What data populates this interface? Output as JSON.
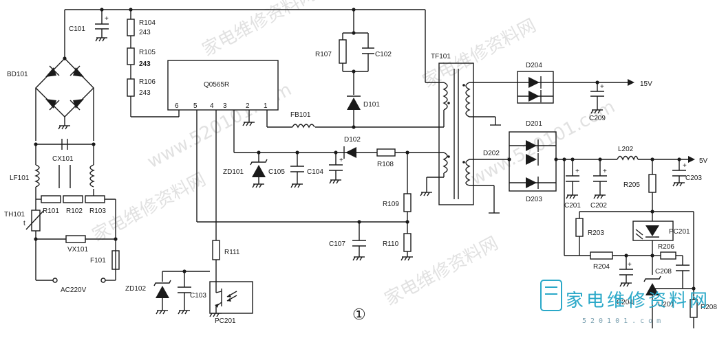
{
  "figure_number": "①",
  "watermark": {
    "site_text": "家电维修资料网",
    "url_text": "www.520101.com"
  },
  "brand": {
    "name": "家电维修资料网",
    "url": "520101.com"
  },
  "ic": {
    "name": "Q0565R",
    "pins": [
      "6",
      "5",
      "4",
      "3",
      "2",
      "1"
    ]
  },
  "labels": {
    "C101": "C101",
    "R104": "R104",
    "R104v": "243",
    "R105": "R105",
    "R105v": "243",
    "R106": "R106",
    "R106v": "243",
    "BD101": "BD101",
    "CX101": "CX101",
    "LF101": "LF101",
    "TH101": "TH101",
    "t": "t",
    "R101": "R101",
    "R102": "R102",
    "R103": "R103",
    "VX101": "VX101",
    "F101": "F101",
    "AC": "AC220V",
    "R107": "R107",
    "C102": "C102",
    "D101": "D101",
    "FB101": "FB101",
    "D102": "D102",
    "R108": "R108",
    "ZD101": "ZD101",
    "C105": "C105",
    "C104": "C104",
    "R109": "R109",
    "R110": "R110",
    "C107": "C107",
    "R111": "R111",
    "ZD102": "ZD102",
    "C103": "C103",
    "PC201a": "PC201",
    "TF101": "TF101",
    "D204": "D204",
    "V15": "15V",
    "C209": "C209",
    "D201": "D201",
    "D202": "D202",
    "D203": "D203",
    "L202": "L202",
    "V5": "5V",
    "C201": "C201",
    "C202": "C202",
    "R205": "R205",
    "C203": "C203",
    "R203": "R203",
    "PC201b": "PC201",
    "R206": "R206",
    "R204": "R204",
    "C208": "C208",
    "C204": "C204",
    "U201": "U201",
    "R208": "R208"
  }
}
